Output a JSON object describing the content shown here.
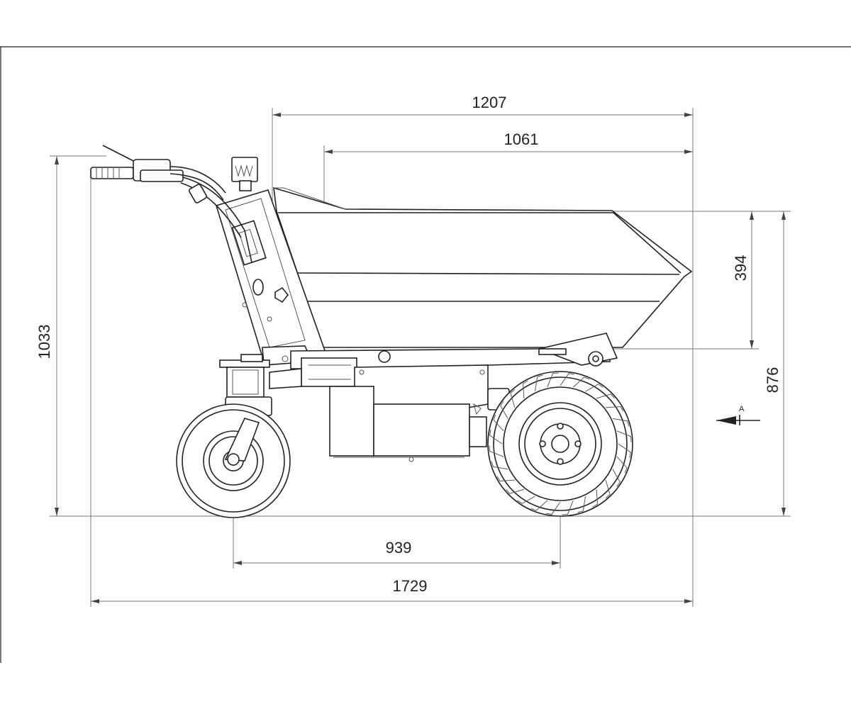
{
  "dimensions": {
    "overall_length": "1729",
    "wheelbase": "939",
    "overall_height": "1033",
    "bin_top_height": "876",
    "bin_depth": "394",
    "bin_length_top": "1207",
    "bin_length_inner": "1061"
  },
  "view_marker": "A"
}
